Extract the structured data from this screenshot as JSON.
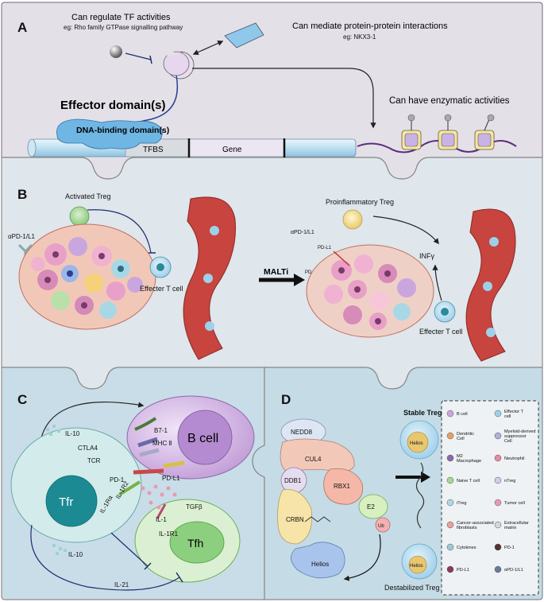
{
  "panels": {
    "a": {
      "letter": "A",
      "tf_regulation": "Can regulate TF activities",
      "tf_example": "eg: Rho family GTPase signalling pathway",
      "ppi": "Can mediate protein-protein interactions",
      "ppi_example": "eg: NKX3-1",
      "effector": "Effector domain(s)",
      "enzymatic": "Can have enzymatic activities",
      "dna_binding": "DNA-binding domain(s)",
      "tfbs": "TFBS",
      "gene": "Gene"
    },
    "b": {
      "letter": "B",
      "activated_treg": "Activated Treg",
      "apd1_left": "αPD-1/L1",
      "effector_left": "Effecter T cell",
      "malti": "MALTi",
      "proinflammatory": "Proinflammatory Treg",
      "apd1_right": "αPD-1/L1",
      "pdl1": "PD-L1",
      "pd1": "PD-1",
      "infg": "INFγ",
      "effector_right": "Effecter T cell"
    },
    "c": {
      "letter": "C",
      "il10_top": "IL-10",
      "ctla4": "CTLA4",
      "tcr": "TCR",
      "b71": "B7-1",
      "mhc": "MHC Ⅱ",
      "bcell": "B cell",
      "pdl1": "PD-L1",
      "tfr": "Tfr",
      "pd1": "PD-1",
      "il1ra": "IL-1Ra",
      "il1r2": "IL-1R2",
      "tgfb": "TGFβ",
      "il1": "IL-1",
      "il1r1": "IL-1R1",
      "tfh": "Tfh",
      "il10_bottom": "IL-10",
      "il21": "IL-21"
    },
    "d": {
      "letter": "D",
      "nedd8": "NEDD8",
      "cul4": "CUL4",
      "ddb1": "DDB1",
      "rbx1": "RBX1",
      "crbn": "CRBN",
      "e2": "E2",
      "ub": "Ub",
      "helios_complex": "Helios",
      "stable": "Stable Treg",
      "helios_top": "Helios",
      "helios_bottom": "Helios",
      "destabilized": "Destabilized Treg"
    }
  },
  "legend": [
    {
      "icon": "b-cell-icon",
      "label": "B cell"
    },
    {
      "icon": "effector-t-cell-icon",
      "label": "Effector T cell"
    },
    {
      "icon": "dendritic-cell-icon",
      "label": "Dendritic Cell"
    },
    {
      "icon": "mdsc-icon",
      "label": "Myeloid-derived suppressor Cell"
    },
    {
      "icon": "m2-macrophage-icon",
      "label": "M2 Macrophage"
    },
    {
      "icon": "neutrophil-icon",
      "label": "Neutrophil"
    },
    {
      "icon": "naive-t-cell-icon",
      "label": "Naive T cell"
    },
    {
      "icon": "ntreg-icon",
      "label": "nTreg"
    },
    {
      "icon": "itreg-icon",
      "label": "iTreg"
    },
    {
      "icon": "tumor-cell-icon",
      "label": "Tumor cell"
    },
    {
      "icon": "caf-icon",
      "label": "Cancer-associated fibroblasts"
    },
    {
      "icon": "ecm-icon",
      "label": "Extracellular matrix"
    },
    {
      "icon": "cytokines-icon",
      "label": "Cytokines"
    },
    {
      "icon": "pd1-icon",
      "label": "PD-1"
    },
    {
      "icon": "pdl1-icon",
      "label": "PD-L1"
    },
    {
      "icon": "apd1-icon",
      "label": "αPD-1/L1"
    }
  ],
  "colors": {
    "panel_a_bg": "#e4e0e8",
    "panel_b_bg": "#dfe6ec",
    "panel_c_bg": "#c9dde8",
    "panel_d_bg": "#c5dbe6",
    "b_cell": "#c9a6dd",
    "tfr": "#1b8a93",
    "tfh": "#8ccf7f",
    "vessel": "#c8443e"
  }
}
